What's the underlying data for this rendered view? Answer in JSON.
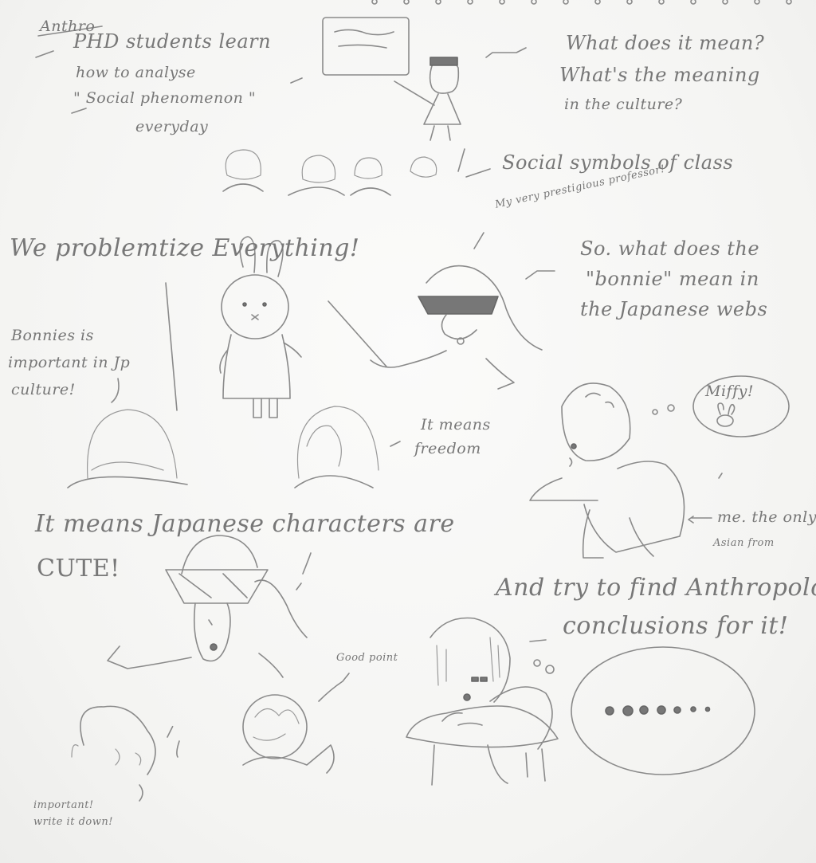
{
  "notes": {
    "anthro": "Anthro",
    "phd_line1": "PHD students learn",
    "phd_line2": "how to analyse",
    "phd_line3": "\" Social phenomenon \"",
    "phd_line4": "everyday",
    "meaning_line1": "What does it mean?",
    "meaning_line2": "What's the meaning",
    "meaning_line3": "in the culture?",
    "social_symbols": "Social symbols of class",
    "professor": "My very prestigious professor!",
    "problematize": "We problemtize Everything!",
    "bunnie_q1": "So. what does the",
    "bunnie_q2": "\"bonnie\" mean in",
    "bunnie_q3": "the Japanese webs",
    "bunnies_line1": "Bonnies is",
    "bunnies_line2": "important in Jp",
    "bunnies_line3": "culture!",
    "freedom_line1": "It means",
    "freedom_line2": "freedom",
    "miffy": "Miffy!",
    "me_line1": "me. the only",
    "me_line2": "Asian from",
    "cute_line1": "It means Japanese characters are",
    "cute_line2": "CUTE!",
    "anthro_conc1": "And try to find Anthropolo",
    "anthro_conc2": "conclusions for it!",
    "good_point": "Good point",
    "important1": "important!",
    "important2": "write it down!"
  }
}
